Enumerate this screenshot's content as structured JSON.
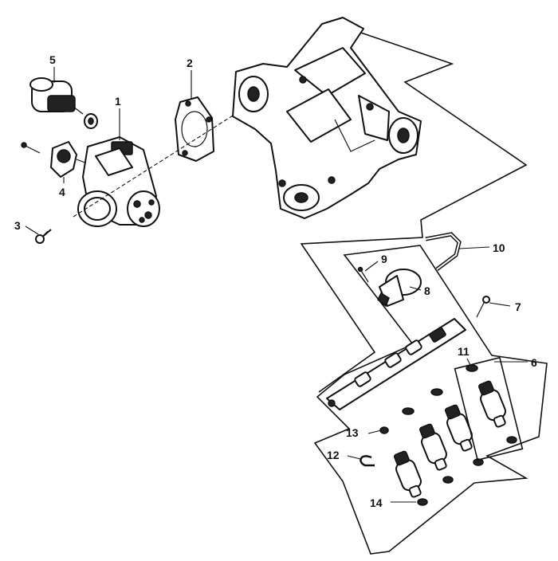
{
  "diagram": {
    "callouts": [
      "1",
      "2",
      "3",
      "4",
      "5",
      "6",
      "7",
      "8",
      "9",
      "10",
      "11",
      "12",
      "13",
      "14"
    ]
  },
  "colors": {
    "ink": "#111111",
    "paper": "#ffffff"
  }
}
